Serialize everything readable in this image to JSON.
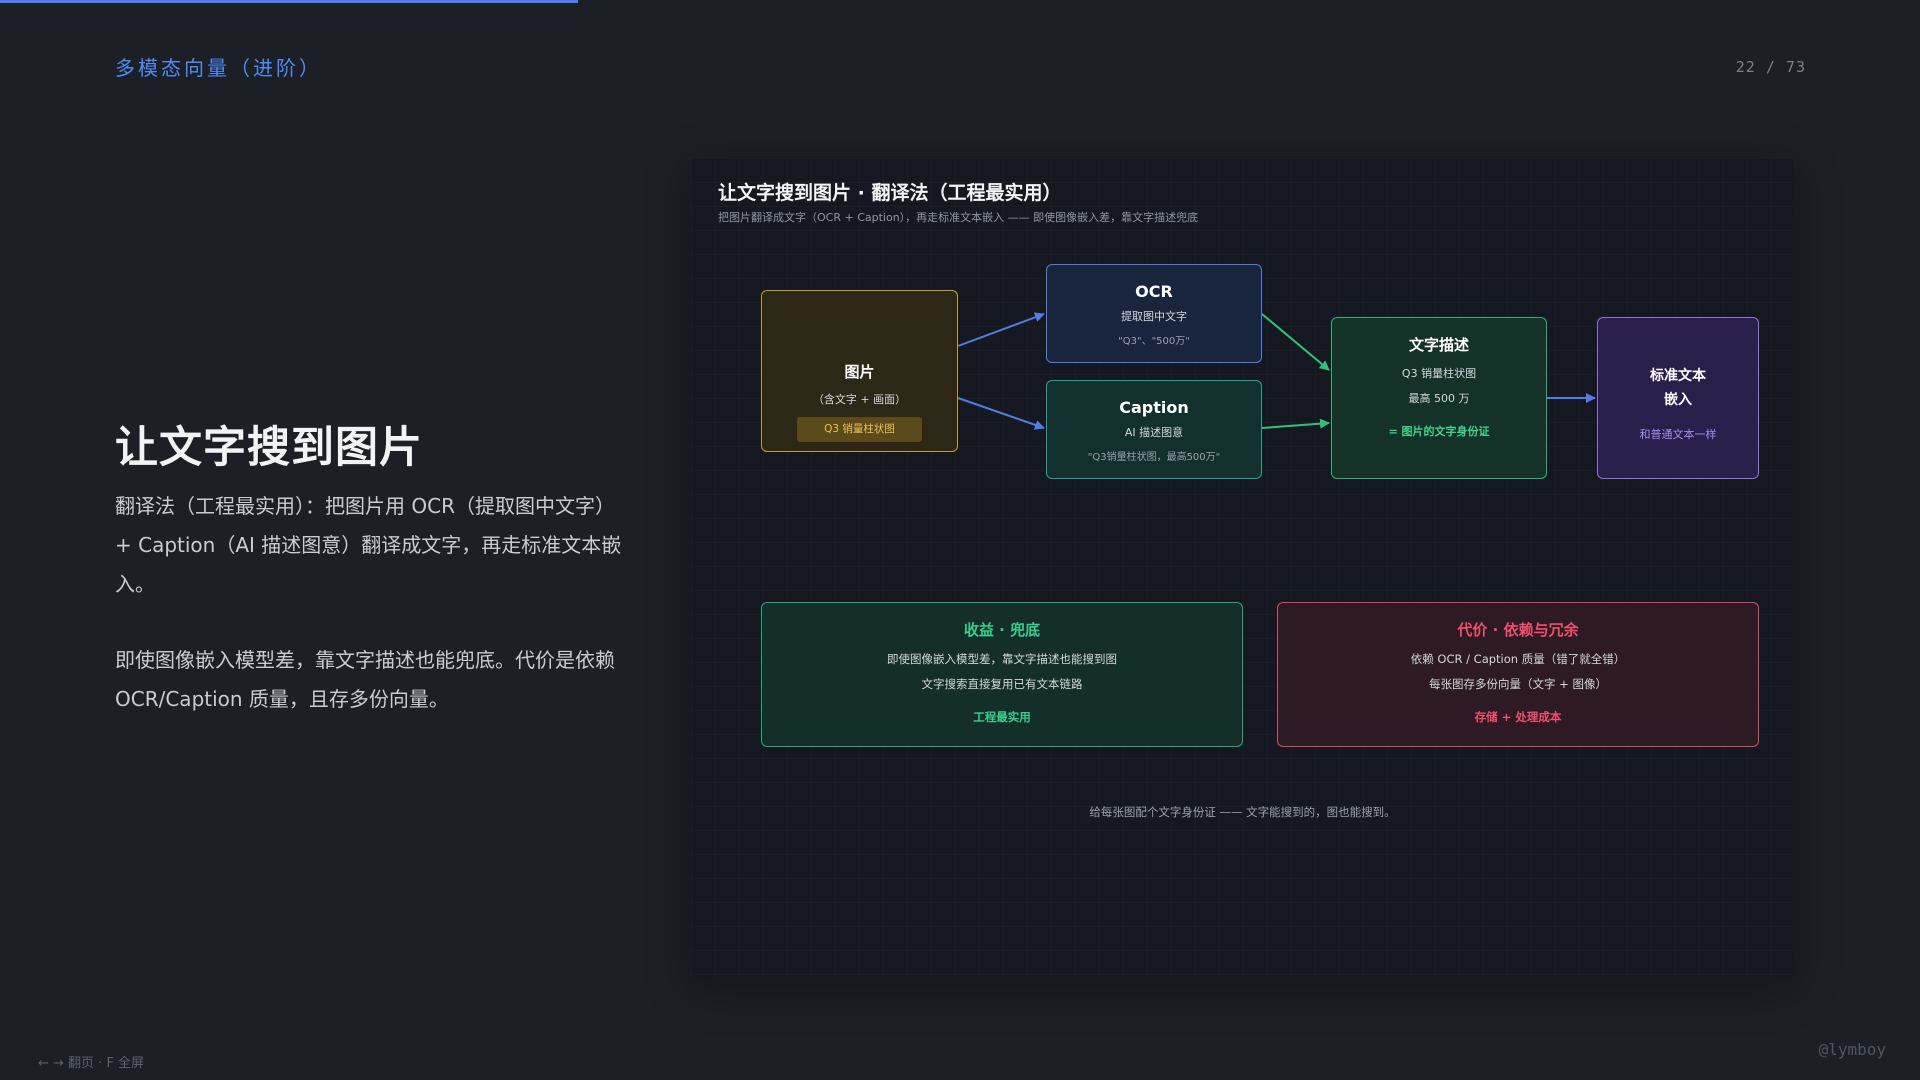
{
  "progress": {
    "fraction": 0.301,
    "color": "#4f7df0"
  },
  "header": {
    "section_title": "多模态向量（进阶）",
    "page_counter": "22 / 73"
  },
  "left": {
    "heading": "让文字搜到图片",
    "paragraph1": "翻译法（工程最实用）：把图片用 OCR（提取图中文字）+ Caption（AI 描述图意）翻译成文字，再走标准文本嵌入。",
    "paragraph2": "即使图像嵌入模型差，靠文字描述也能兜底。代价是依赖 OCR/Caption 质量，且存多份向量。"
  },
  "panel": {
    "title": "让文字搜到图片 · 翻译法（工程最实用）",
    "subtitle": "把图片翻译成文字（OCR + Caption），再走标准文本嵌入 —— 即使图像嵌入差，靠文字描述兜底",
    "nodes": {
      "image": {
        "title": "图片",
        "line": "（含文字 + 画面）",
        "tag": "Q3 销量柱状图"
      },
      "ocr": {
        "title": "OCR",
        "line": "提取图中文字",
        "quote": "\"Q3\"、\"500万\""
      },
      "caption": {
        "title": "Caption",
        "line": "AI 描述图意",
        "quote": "\"Q3销量柱状图，最高500万\""
      },
      "description": {
        "title": "文字描述",
        "line1": "Q3 销量柱状图",
        "line2": "最高 500 万",
        "accent": "= 图片的文字身份证"
      },
      "embedding": {
        "title_line1": "标准文本",
        "title_line2": "嵌入",
        "accent": "和普通文本一样"
      }
    },
    "benefit": {
      "title": "收益 · 兜底",
      "line1": "即使图像嵌入模型差，靠文字描述也能搜到图",
      "line2": "文字搜索直接复用已有文本链路",
      "accent": "工程最实用"
    },
    "cost": {
      "title": "代价 · 依赖与冗余",
      "line1": "依赖 OCR / Caption 质量（错了就全错）",
      "line2": "每张图存多份向量（文字 + 图像）",
      "accent": "存储 + 处理成本"
    },
    "footnote": "给每张图配个文字身份证 —— 文字能搜到的，图也能搜到。",
    "colors": {
      "arrow_blue": "#4f7ee6",
      "arrow_green": "#2fc27e"
    }
  },
  "footer": {
    "hint": "← → 翻页 · F 全屏",
    "handle": "@lymboy"
  }
}
